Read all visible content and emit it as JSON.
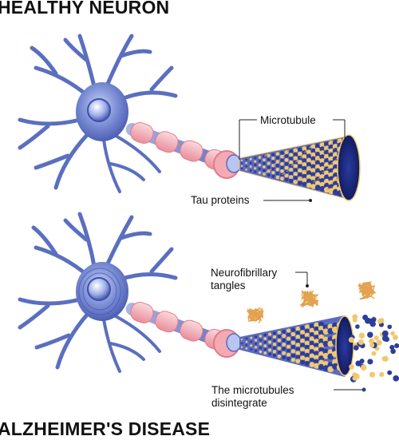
{
  "titles": {
    "top": "HEALTHY NEURON",
    "bottom": "ALZHEIMER'S DISEASE"
  },
  "labels": {
    "microtubule": "Microtubule",
    "tau_proteins": "Tau proteins",
    "tangles_line1": "Neurofibrillary",
    "tangles_line2": "tangles",
    "disintegrate_line1": "The microtubules",
    "disintegrate_line2": "disintegrate"
  },
  "colors": {
    "neuron": "#5a6fbf",
    "neuron_light": "#b7c4ee",
    "myelin": "#f3b6bd",
    "myelin_dark": "#e78d98",
    "tube_blue": "#2c3e9c",
    "tube_yellow": "#f0c870",
    "tau": "#e3a24e"
  }
}
